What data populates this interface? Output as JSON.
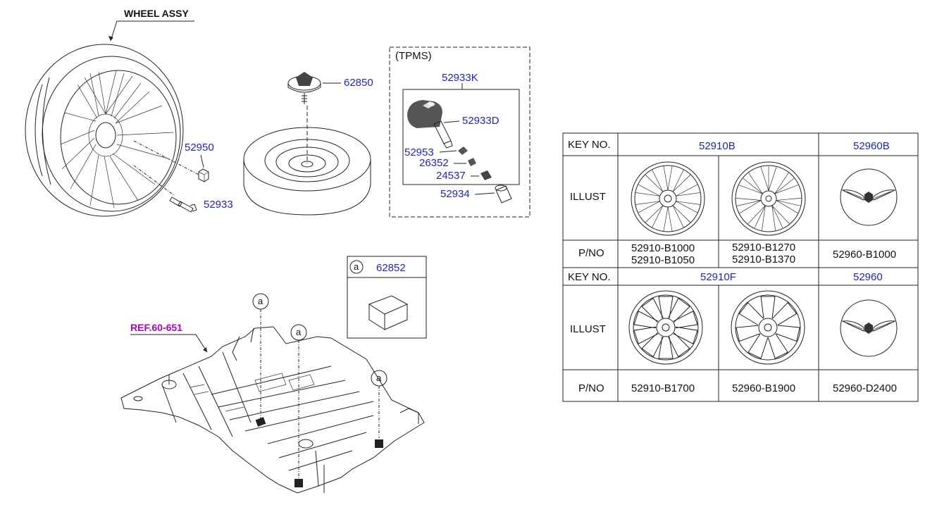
{
  "labels": {
    "wheel_assy": "WHEEL ASSY",
    "p62850": "62850",
    "p52950": "52950",
    "p52933": "52933",
    "tpms": "(TPMS)",
    "p52933K": "52933K",
    "p52933D": "52933D",
    "p52953": "52953",
    "p26352": "26352",
    "p24537": "24537",
    "p52934": "52934",
    "callout_a": "a",
    "p62852": "62852",
    "ref": "REF.60-651"
  },
  "table": {
    "key_no": "KEY NO.",
    "illust": "ILLUST",
    "pno": "P/NO",
    "row1": {
      "col1": "52910B",
      "col2": "52960B",
      "pn1_a": "52910-B1000",
      "pn1_b": "52910-B1050",
      "pn2_a": "52910-B1270",
      "pn2_b": "52910-B1370",
      "pn3": "52960-B1000"
    },
    "row2": {
      "col1": "52910F",
      "col2": "52960",
      "pn1": "52910-B1700",
      "pn2": "52960-B1900",
      "pn3": "52960-D2400"
    }
  },
  "colors": {
    "part_label": "#1f24c8",
    "ref_label": "#b000c0",
    "line": "#222222"
  }
}
